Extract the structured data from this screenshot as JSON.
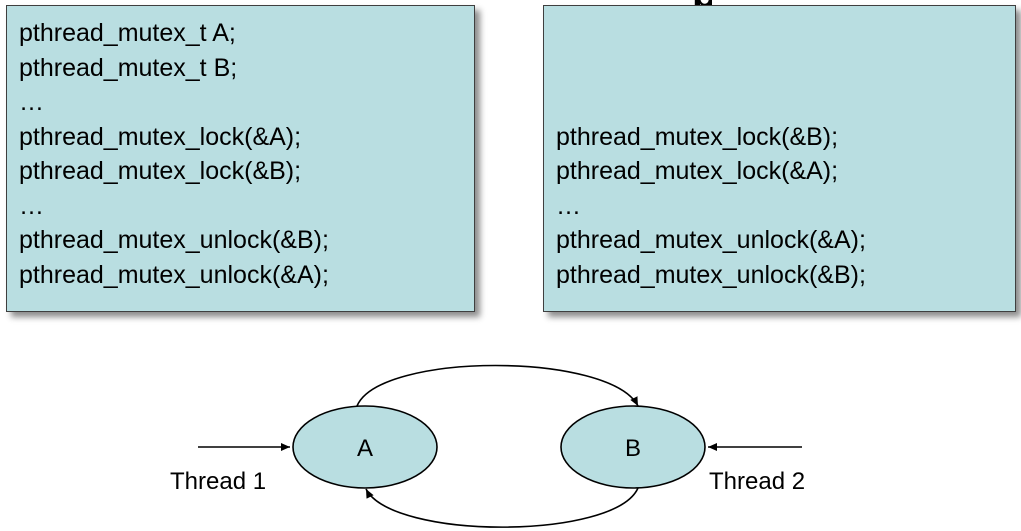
{
  "title_fragment": "p",
  "left_box": {
    "lines": [
      "pthread_mutex_t A;",
      "pthread_mutex_t B;",
      "…",
      "pthread_mutex_lock(&A);",
      "pthread_mutex_lock(&B);",
      "…",
      "pthread_mutex_unlock(&B);",
      "pthread_mutex_unlock(&A);"
    ]
  },
  "right_box": {
    "lines": [
      "pthread_mutex_lock(&B);",
      "pthread_mutex_lock(&A);",
      "…",
      "pthread_mutex_unlock(&A);",
      "pthread_mutex_unlock(&B);"
    ]
  },
  "diagram": {
    "node_a": "A",
    "node_b": "B",
    "thread_1": "Thread 1",
    "thread_2": "Thread 2",
    "node_fill": "#b9dee1",
    "stroke": "#000000"
  }
}
